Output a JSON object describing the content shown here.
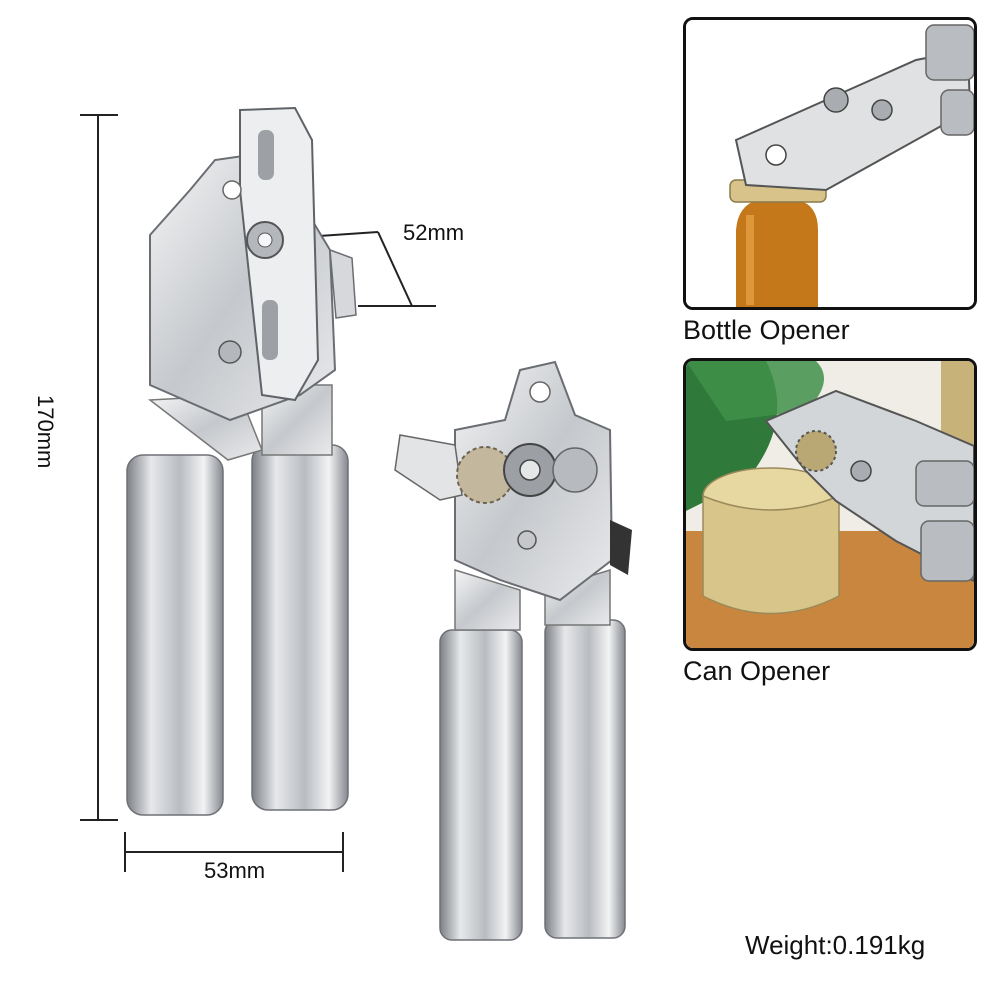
{
  "dimensions": {
    "height": "170mm",
    "width": "53mm",
    "head": "52mm"
  },
  "captions": {
    "bottle_opener": "Bottle Opener",
    "can_opener": "Can Opener"
  },
  "weight": "Weight:0.191kg",
  "icons": {
    "product_main": "can-opener-side-view",
    "product_second": "can-opener-gear-view",
    "photo_bottle": "bottle-opener-in-use",
    "photo_can": "can-opener-in-use"
  },
  "colors": {
    "steel": "#c9ccd0",
    "steel_dark": "#8e9196",
    "frame": "#111111",
    "beer": "#c4781a",
    "can_gold": "#d8c58a",
    "leaf": "#2f7a3a",
    "table": "#c9863e"
  }
}
